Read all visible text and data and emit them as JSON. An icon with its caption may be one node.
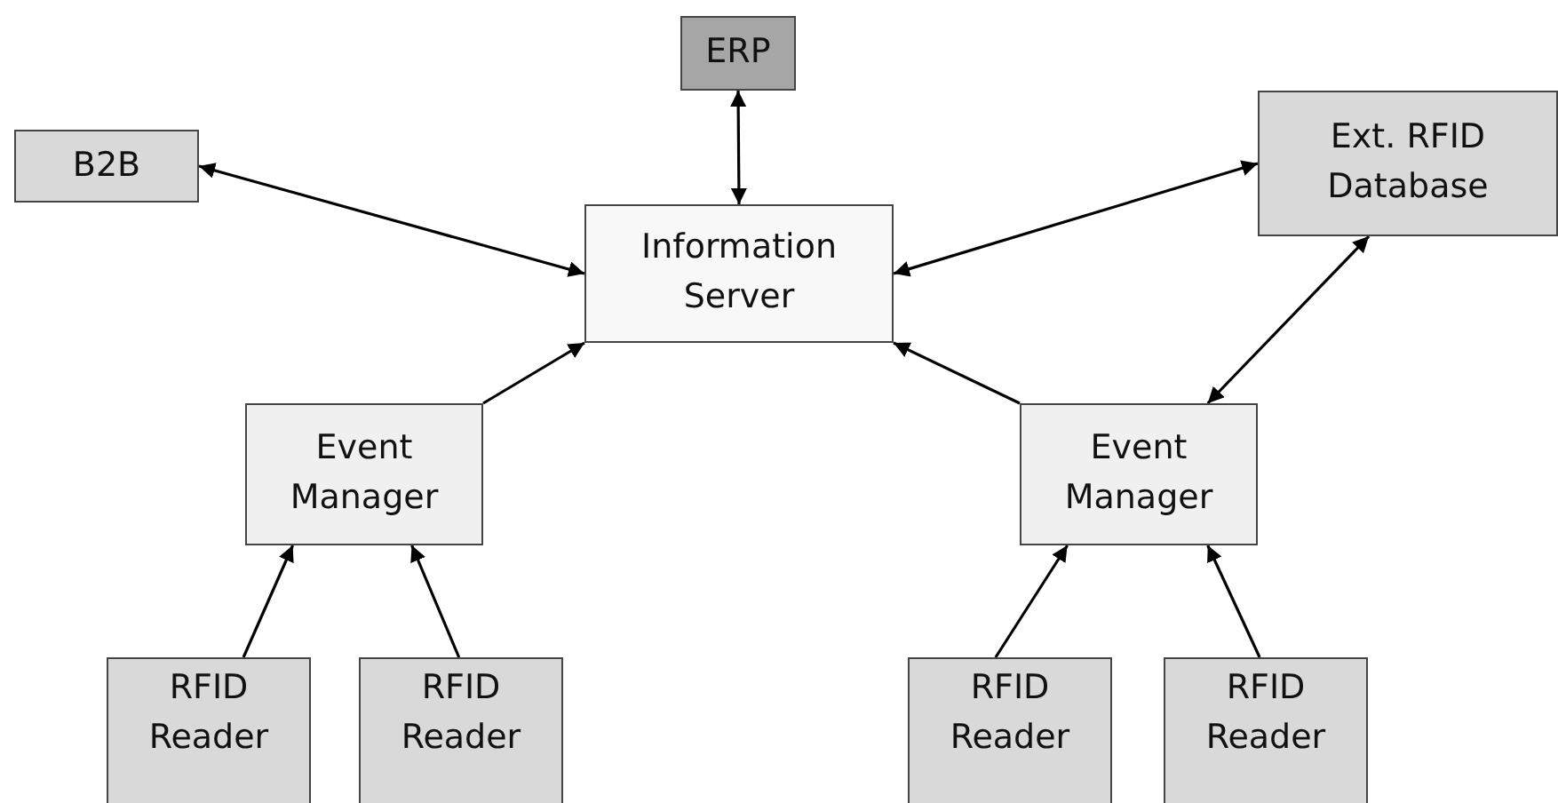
{
  "diagram": {
    "nodes": [
      {
        "text": [
          "ERP"
        ]
      },
      {
        "text": [
          "B2B"
        ]
      },
      {
        "text": [
          "Ext. RFID Database"
        ]
      },
      {
        "text": [
          "Information Server"
        ]
      },
      {
        "text": [
          "Event Manager"
        ]
      },
      {
        "text": [
          "Event Manager"
        ]
      },
      {
        "text": [
          "RFID Reader"
        ]
      },
      {
        "text": [
          "RFID Reader"
        ]
      },
      {
        "text": [
          "RFID Reader"
        ]
      },
      {
        "text": [
          "RFID Reader"
        ]
      }
    ],
    "edges": [
      {
        "from": 0,
        "to": 3,
        "arrow": "both"
      },
      {
        "from": 1,
        "to": 3,
        "arrow": "both"
      },
      {
        "from": 2,
        "to": 3,
        "arrow": "both"
      },
      {
        "from": 2,
        "to": 5,
        "arrow": "both"
      },
      {
        "from": 4,
        "to": 3,
        "arrow": "to"
      },
      {
        "from": 5,
        "to": 3,
        "arrow": "to"
      },
      {
        "from": 6,
        "to": 4,
        "arrow": "to"
      },
      {
        "from": 7,
        "to": 4,
        "arrow": "to"
      },
      {
        "from": 8,
        "to": 5,
        "arrow": "to"
      },
      {
        "from": 9,
        "to": 5,
        "arrow": "to"
      }
    ]
  }
}
